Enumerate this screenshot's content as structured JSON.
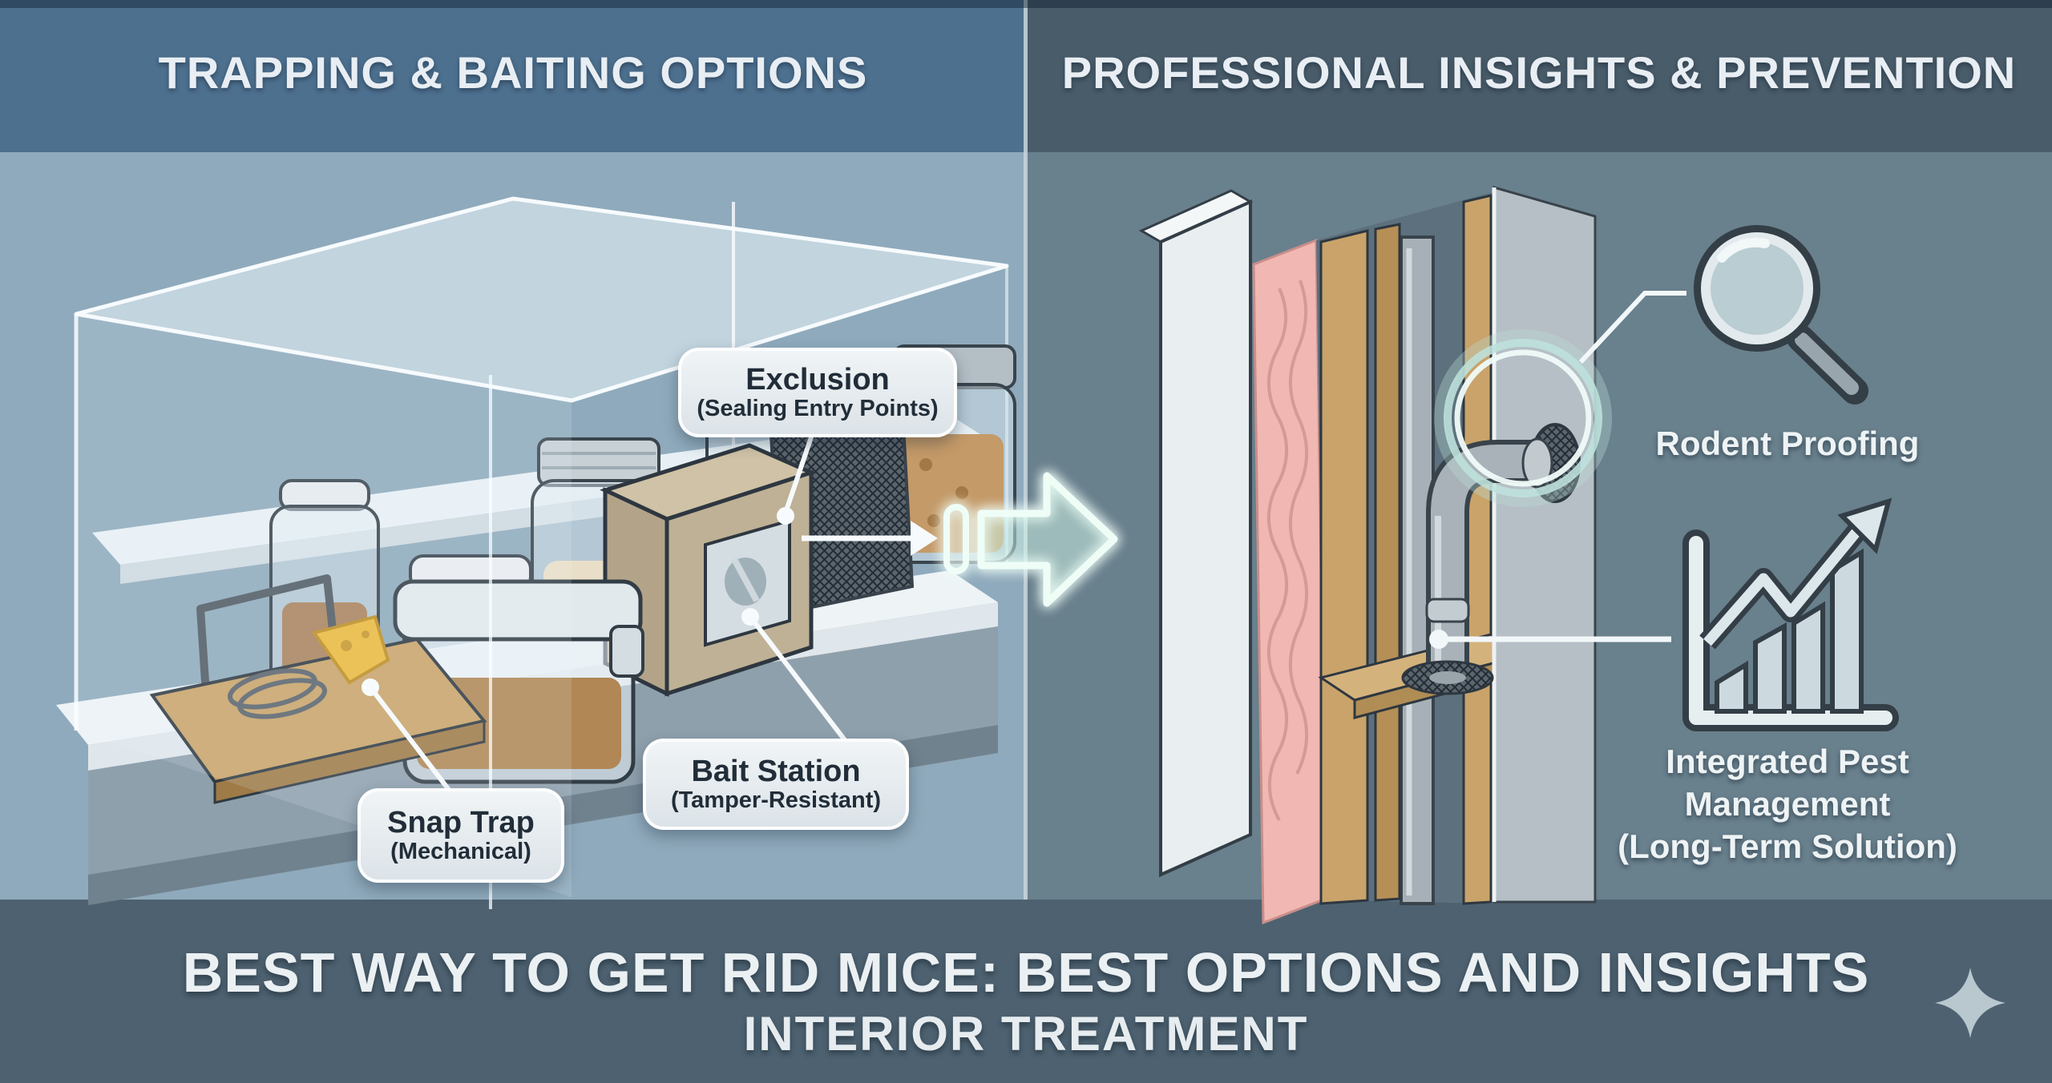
{
  "panels": {
    "left": {
      "header": "TRAPPING & BAITING OPTIONS",
      "callouts": {
        "exclusion": {
          "title": "Exclusion",
          "subtitle": "(Sealing Entry Points)"
        },
        "snap_trap": {
          "title": "Snap Trap",
          "subtitle": "(Mechanical)"
        },
        "bait_station": {
          "title": "Bait Station",
          "subtitle": "(Tamper-Resistant)"
        }
      }
    },
    "right": {
      "header": "PROFESSIONAL INSIGHTS & PREVENTION",
      "labels": {
        "rodent_proofing": "Rodent Proofing",
        "ipm": {
          "lines": [
            "Integrated Pest",
            "Management",
            "(Long-Term Solution)"
          ]
        }
      }
    }
  },
  "footer": {
    "title": "BEST WAY TO GET RID MICE: BEST OPTIONS AND INSIGHTS",
    "subtitle": "INTERIOR TREATMENT"
  },
  "icons": {
    "magnifier_icon": "magnifying-glass",
    "growth_chart_icon": "rising-bar-chart-with-trend-arrow",
    "neon_arrow_icon": "glowing-right-arrow",
    "sparkle_icon": "four-point-star",
    "wire_mesh_icon": "steel-mesh-sheet",
    "highlight_circle_icon": "teal-highlight-ring"
  },
  "colors": {
    "left_header_bg": "#4d708f",
    "left_body_bg": "#8faabc",
    "right_header_bg": "#495c6a",
    "right_body_bg": "#69808d",
    "footer_bg": "#4d6170",
    "divider": "#c9d6de",
    "callout_text": "#212d38",
    "label_text": "#eef3f5",
    "neon": "#effdf7",
    "wood": "#c9a36a",
    "insulation": "#f1b7b2"
  }
}
